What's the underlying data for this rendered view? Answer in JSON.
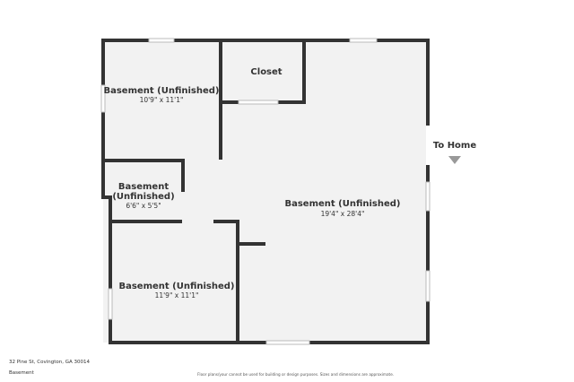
{
  "rooms": [
    {
      "name": "Basement (Unfinished)",
      "dims": "10'9\" x 11'1\""
    },
    {
      "name": "Closet"
    },
    {
      "name_line1": "Basement",
      "name_line2": "(Unfinished)",
      "dims": "6'6\" x 5'5\""
    },
    {
      "name": "Basement (Unfinished)",
      "dims": "19'4\" x 28'4\""
    },
    {
      "name": "Basement (Unfinished)",
      "dims": "11'9\" x 11'1\""
    }
  ],
  "to_home": "To Home",
  "footer": {
    "address": "32 Pine St, Covington, GA 30014",
    "floor": "Basement",
    "disclaimer": "Floor plans/your cannot be used for building or design purposes. Sizes and dimensions are approximate."
  },
  "colors": {
    "wall": "#333333",
    "floor": "#f2f2f2",
    "window": "#cccccc",
    "arrow": "#999999"
  }
}
